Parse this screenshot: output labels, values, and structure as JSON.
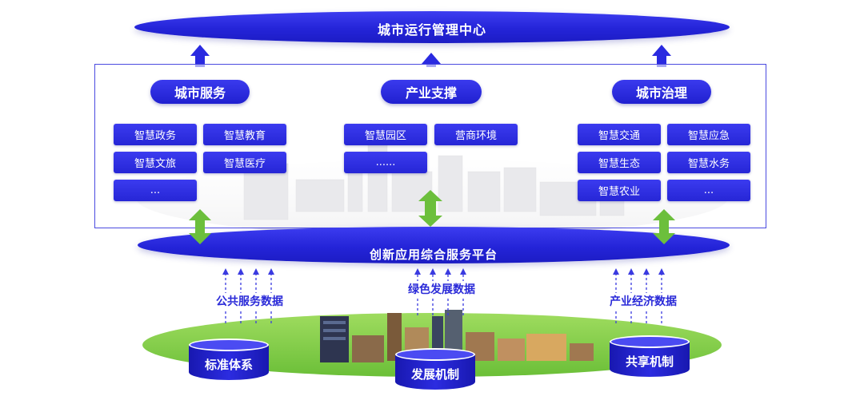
{
  "top_center": {
    "title": "城市运行管理中心"
  },
  "groups": [
    {
      "title": "城市服务",
      "items": [
        "智慧政务",
        "智慧教育",
        "智慧文旅",
        "智慧医疗",
        "..."
      ]
    },
    {
      "title": "产业支撑",
      "items": [
        "智慧园区",
        "营商环境",
        "......"
      ]
    },
    {
      "title": "城市治理",
      "items": [
        "智慧交通",
        "智慧应急",
        "智慧生态",
        "智慧水务",
        "智慧农业",
        "..."
      ]
    }
  ],
  "platform": {
    "title": "创新应用综合服务平台"
  },
  "data_sources": [
    "公共服务数据",
    "绿色发展数据",
    "产业经济数据"
  ],
  "foundations": [
    "标准体系",
    "发展机制",
    "共享机制"
  ],
  "colors": {
    "primary_blue": "#2a2ae0",
    "green_arrow": "#6cbf3c",
    "ground_green": "#7ccc44"
  }
}
